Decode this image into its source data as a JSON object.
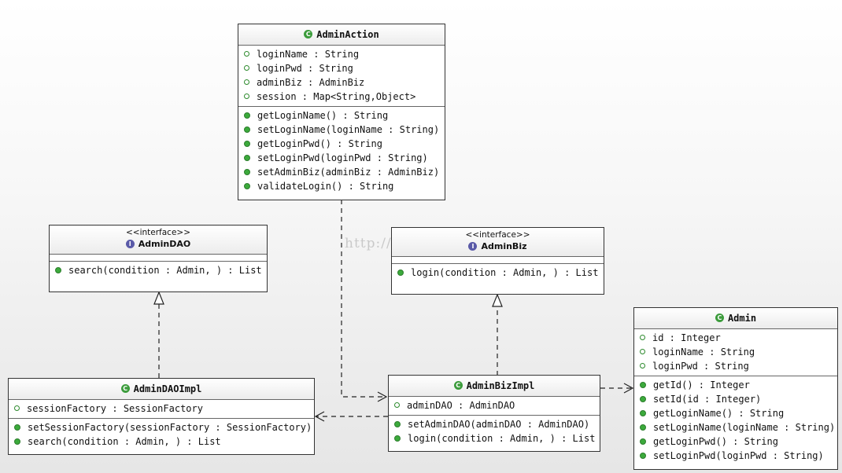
{
  "watermark": "http://blog.csdn",
  "classes": {
    "admin_action": {
      "name": "AdminAction",
      "attributes": [
        "loginName : String",
        "loginPwd : String",
        "adminBiz : AdminBiz",
        "session : Map<String,Object>"
      ],
      "operations": [
        "getLoginName() : String",
        "setLoginName(loginName : String)",
        "getLoginPwd() : String",
        "setLoginPwd(loginPwd : String)",
        "setAdminBiz(adminBiz : AdminBiz)",
        "validateLogin() : String"
      ]
    },
    "admin_dao": {
      "stereotype": "<<interface>>",
      "name": "AdminDAO",
      "operations": [
        "search(condition : Admin, ) : List"
      ]
    },
    "admin_biz": {
      "stereotype": "<<interface>>",
      "name": "AdminBiz",
      "operations": [
        "login(condition : Admin, ) : List"
      ]
    },
    "admin": {
      "name": "Admin",
      "attributes": [
        "id : Integer",
        "loginName : String",
        "loginPwd : String"
      ],
      "operations": [
        "getId() : Integer",
        "setId(id : Integer)",
        "getLoginName() : String",
        "setLoginName(loginName : String)",
        "getLoginPwd() : String",
        "setLoginPwd(loginPwd : String)"
      ]
    },
    "admin_dao_impl": {
      "name": "AdminDAOImpl",
      "attributes": [
        "sessionFactory : SessionFactory"
      ],
      "operations": [
        "setSessionFactory(sessionFactory : SessionFactory)",
        "search(condition : Admin, ) : List"
      ]
    },
    "admin_biz_impl": {
      "name": "AdminBizImpl",
      "attributes": [
        "adminDAO : AdminDAO"
      ],
      "operations": [
        "setAdminDAO(adminDAO : AdminDAO)",
        "login(condition : Admin, ) : List"
      ]
    }
  },
  "badges": {
    "class": "C",
    "interface": "I"
  },
  "relations": [
    {
      "from": "AdminAction",
      "to": "AdminBizImpl",
      "kind": "dependency"
    },
    {
      "from": "AdminBizImpl",
      "to": "AdminDAOImpl",
      "kind": "dependency"
    },
    {
      "from": "AdminBizImpl",
      "to": "Admin",
      "kind": "dependency"
    },
    {
      "from": "AdminDAOImpl",
      "to": "AdminDAO",
      "kind": "realization"
    },
    {
      "from": "AdminBizImpl",
      "to": "AdminBiz",
      "kind": "realization"
    }
  ],
  "colors": {
    "class_badge": "#3c9c3c",
    "interface_badge": "#5a5aa8",
    "public_marker": "#3caa3c"
  }
}
